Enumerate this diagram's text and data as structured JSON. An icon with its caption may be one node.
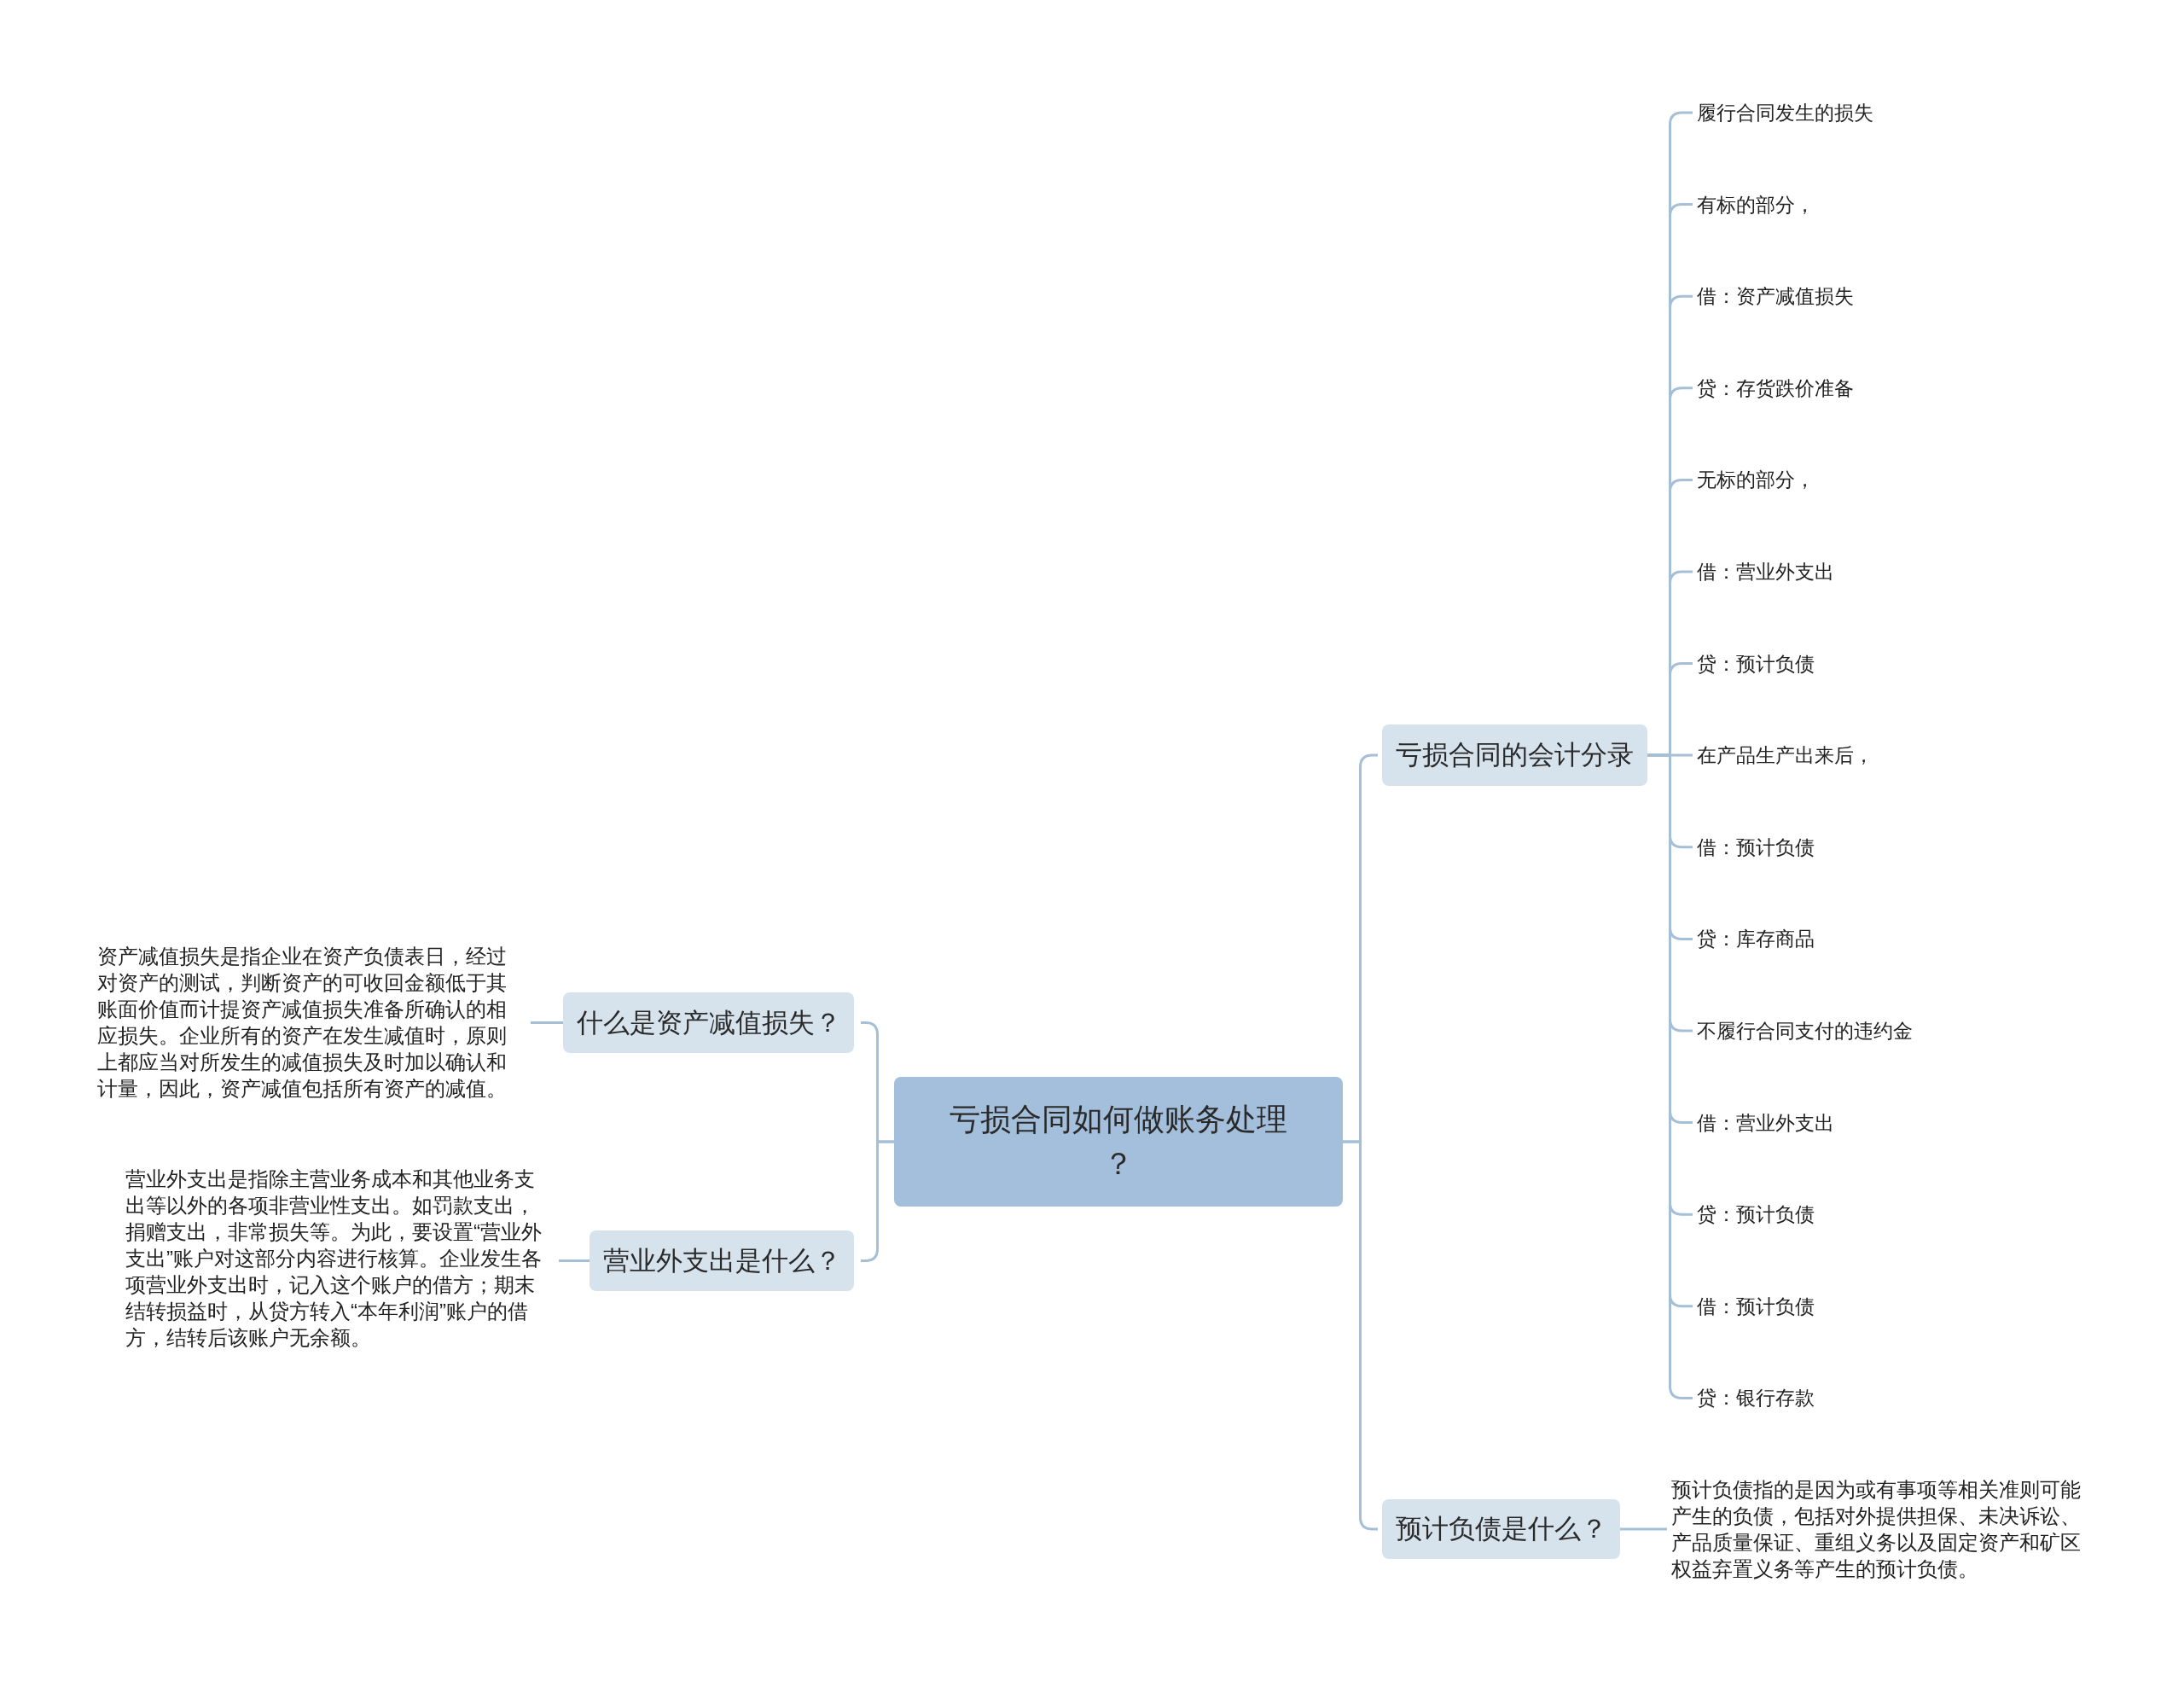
{
  "diagram": {
    "nodes": [
      {
        "text": [
          "亏损合同如何做账务处理？"
        ]
      },
      {
        "text": [
          "亏损合同的会计分录"
        ]
      },
      {
        "text": [
          "履行合同发生的损失"
        ]
      },
      {
        "text": [
          "有标的部分，"
        ]
      },
      {
        "text": [
          "借：资产减值损失"
        ]
      },
      {
        "text": [
          "贷：存货跌价准备"
        ]
      },
      {
        "text": [
          "无标的部分，"
        ]
      },
      {
        "text": [
          "借：营业外支出"
        ]
      },
      {
        "text": [
          "贷：预计负债"
        ]
      },
      {
        "text": [
          "在产品生产出来后，"
        ]
      },
      {
        "text": [
          "借：预计负债"
        ]
      },
      {
        "text": [
          "贷：库存商品"
        ]
      },
      {
        "text": [
          "不履行合同支付的违约金"
        ]
      },
      {
        "text": [
          "借：营业外支出"
        ]
      },
      {
        "text": [
          "贷：预计负债"
        ]
      },
      {
        "text": [
          "借：预计负债"
        ]
      },
      {
        "text": [
          "贷：银行存款"
        ]
      },
      {
        "text": [
          "预计负债是什么？"
        ]
      },
      {
        "text": [
          "预计负债指的是因为或有事项等相关准则可能产生的负债，包括对外提供担保、未决诉讼、产品质量保证、重组义务以及固定资产和矿区权益弃置义务等产生的预计负债。"
        ]
      },
      {
        "text": [
          "什么是资产减值损失？"
        ]
      },
      {
        "text": [
          "资产减值损失是指企业在资产负债表日，经过对资产的测试，判断资产的可收回金额低于其账面价值而计提资产减值损失准备所确认的相应损失。企业所有的资产在发生减值时，原则上都应当对所发生的减值损失及时加以确认和计量，因此，资产减值包括所有资产的减值。"
        ]
      },
      {
        "text": [
          "营业外支出是什么？"
        ]
      },
      {
        "text": [
          "营业外支出是指除主营业务成本和其他业务支出等以外的各项非营业性支出。如罚款支出，捐赠支出，非常损失等。为此，要设置“营业外支出”账户对这部分内容进行核算。企业发生各项营业外支出时，记入这个账户的借方；期末结转损益时，从贷方转入“本年利润”账户的借方，结转后该账户无余额。"
        ]
      }
    ],
    "edges": [
      {
        "from": 0,
        "to": 1,
        "arrow": "none"
      },
      {
        "from": 1,
        "to": 2,
        "arrow": "none"
      },
      {
        "from": 1,
        "to": 3,
        "arrow": "none"
      },
      {
        "from": 1,
        "to": 4,
        "arrow": "none"
      },
      {
        "from": 1,
        "to": 5,
        "arrow": "none"
      },
      {
        "from": 1,
        "to": 6,
        "arrow": "none"
      },
      {
        "from": 1,
        "to": 7,
        "arrow": "none"
      },
      {
        "from": 1,
        "to": 8,
        "arrow": "none"
      },
      {
        "from": 1,
        "to": 9,
        "arrow": "none"
      },
      {
        "from": 1,
        "to": 10,
        "arrow": "none"
      },
      {
        "from": 1,
        "to": 11,
        "arrow": "none"
      },
      {
        "from": 1,
        "to": 12,
        "arrow": "none"
      },
      {
        "from": 1,
        "to": 13,
        "arrow": "none"
      },
      {
        "from": 1,
        "to": 14,
        "arrow": "none"
      },
      {
        "from": 1,
        "to": 15,
        "arrow": "none"
      },
      {
        "from": 1,
        "to": 16,
        "arrow": "none"
      },
      {
        "from": 0,
        "to": 17,
        "arrow": "none"
      },
      {
        "from": 17,
        "to": 18,
        "arrow": "none"
      },
      {
        "from": 0,
        "to": 19,
        "arrow": "none"
      },
      {
        "from": 19,
        "to": 20,
        "arrow": "none"
      },
      {
        "from": 0,
        "to": 21,
        "arrow": "none"
      },
      {
        "from": 21,
        "to": 22,
        "arrow": "none"
      }
    ]
  }
}
